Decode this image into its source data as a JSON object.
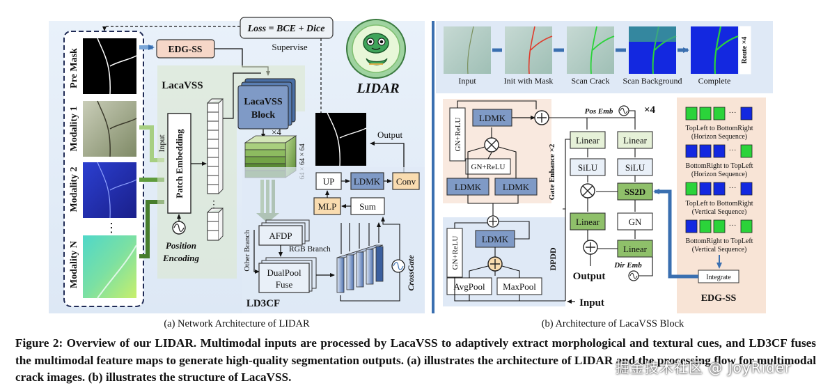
{
  "loss": "Loss = BCE + Dice",
  "supervise": "Supervise",
  "edg_ss": "EDG-SS",
  "lacavss": "LacaVSS",
  "lacavss_block": [
    "LacaVSS",
    "Block"
  ],
  "input_label": "Input",
  "patch_embedding": "Patch Embedding",
  "position_encoding": [
    "Position",
    "Encoding"
  ],
  "modalities": [
    "Pre Mask",
    "Modality 1",
    "Modality 2",
    "Modality N"
  ],
  "ellipsis": "⋮",
  "times4": "×4",
  "dims": "64 × 64 × 64",
  "lidar": "LIDAR",
  "output": "Output",
  "up": "UP",
  "ldmk": "LDMK",
  "conv": "Conv",
  "mlp": "MLP",
  "sum": "Sum",
  "afdp": "AFDP",
  "other_branch": "Other Branch",
  "rgb_branch": "RGB Branch",
  "dualpool": [
    "DualPool",
    "Fuse"
  ],
  "crossgate": "CrossGate",
  "ld3cf": "LD3CF",
  "scan_stages": [
    "Input",
    "Init with Mask",
    "Scan Crack",
    "Scan Background",
    "Complete"
  ],
  "route": "Route ×4",
  "gn_relu": "GN+ReLU",
  "gate_enhance": "Gate Enhance ×2",
  "pos_emb": "Pos Emb",
  "linear": "Linear",
  "silu": "SiLU",
  "ss2d": "SS2D",
  "gn": "GN",
  "dir_emb": "Dir Emb",
  "avgpool": "AvgPool",
  "maxpool": "MaxPool",
  "dpdd": "DPDD",
  "integrate": "Integrate",
  "sequences": [
    [
      "TopLeft to BottomRight",
      "(Horizon Sequence)"
    ],
    [
      "BottomRight to TopLeft",
      "(Horizon Sequence)"
    ],
    [
      "TopLeft to BottomRight",
      "(Vertical Sequence)"
    ],
    [
      "BottomRight to TopLeft",
      "(Vertical Sequence)"
    ]
  ],
  "dots": "···",
  "caption_a": "(a) Network Architecture of  LIDAR",
  "caption_b": "(b) Architecture of  LacaVSS Block",
  "figure_caption": "Figure 2: Overview of our LIDAR. Multimodal inputs are processed by LacaVSS to adaptively extract morphological and textural cues, and LD3CF fuses the multimodal feature maps to generate high-quality segmentation outputs. (a) illustrates the architecture of LIDAR and the processing flow for multimodal crack images. (b) illustrates the structure of LacaVSS.",
  "watermark": "掘金技术社区 @ JoyRider"
}
